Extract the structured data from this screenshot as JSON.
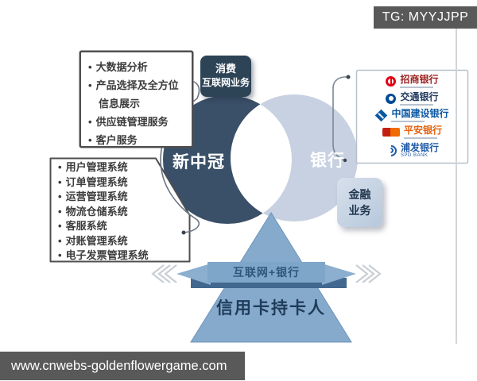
{
  "overlay": {
    "tg_label": "TG: MYYJJPP",
    "watermark": "www.cnwebs-goldenflowergame.com"
  },
  "venn": {
    "left_label": "新中冠",
    "right_label": "银行",
    "consumer_badge_line1": "消费",
    "consumer_badge_line2": "互联网业务",
    "finance_badge_line1": "金融",
    "finance_badge_line2": "业务"
  },
  "capability_box": {
    "items": [
      "大数据分析",
      "产品选择及全方位信息展示",
      "供应链管理服务",
      "客户服务"
    ]
  },
  "system_box": {
    "items": [
      "用户管理系统",
      "订单管理系统",
      "运营管理系统",
      "物流仓储系统",
      "客服系统",
      "对账管理系统",
      "电子发票管理系统"
    ]
  },
  "banks": {
    "items": [
      {
        "name": "招商银行",
        "color": "#9c2222"
      },
      {
        "name": "交通银行",
        "color": "#223a5e"
      },
      {
        "name": "中国建设银行",
        "color": "#0b57a2"
      },
      {
        "name": "平安银行",
        "color": "#e2620e"
      },
      {
        "name": "浦发银行",
        "sub": "SPD BANK",
        "color": "#1f5aa8"
      }
    ]
  },
  "pyramid": {
    "ribbon_label": "互联网+银行",
    "base_label": "信用卡持卡人"
  },
  "colors": {
    "dark_circle": "#3a5068",
    "light_circle": "#c7d1e1",
    "consumer_badge_bg": "#2d4356",
    "finance_badge_bg": "#c2d1e2",
    "triangle": "#86aacc",
    "ribbon_bar": "#7ea6c9",
    "ribbon_shadow": "#42688f",
    "overlay_gray": "#595959"
  }
}
